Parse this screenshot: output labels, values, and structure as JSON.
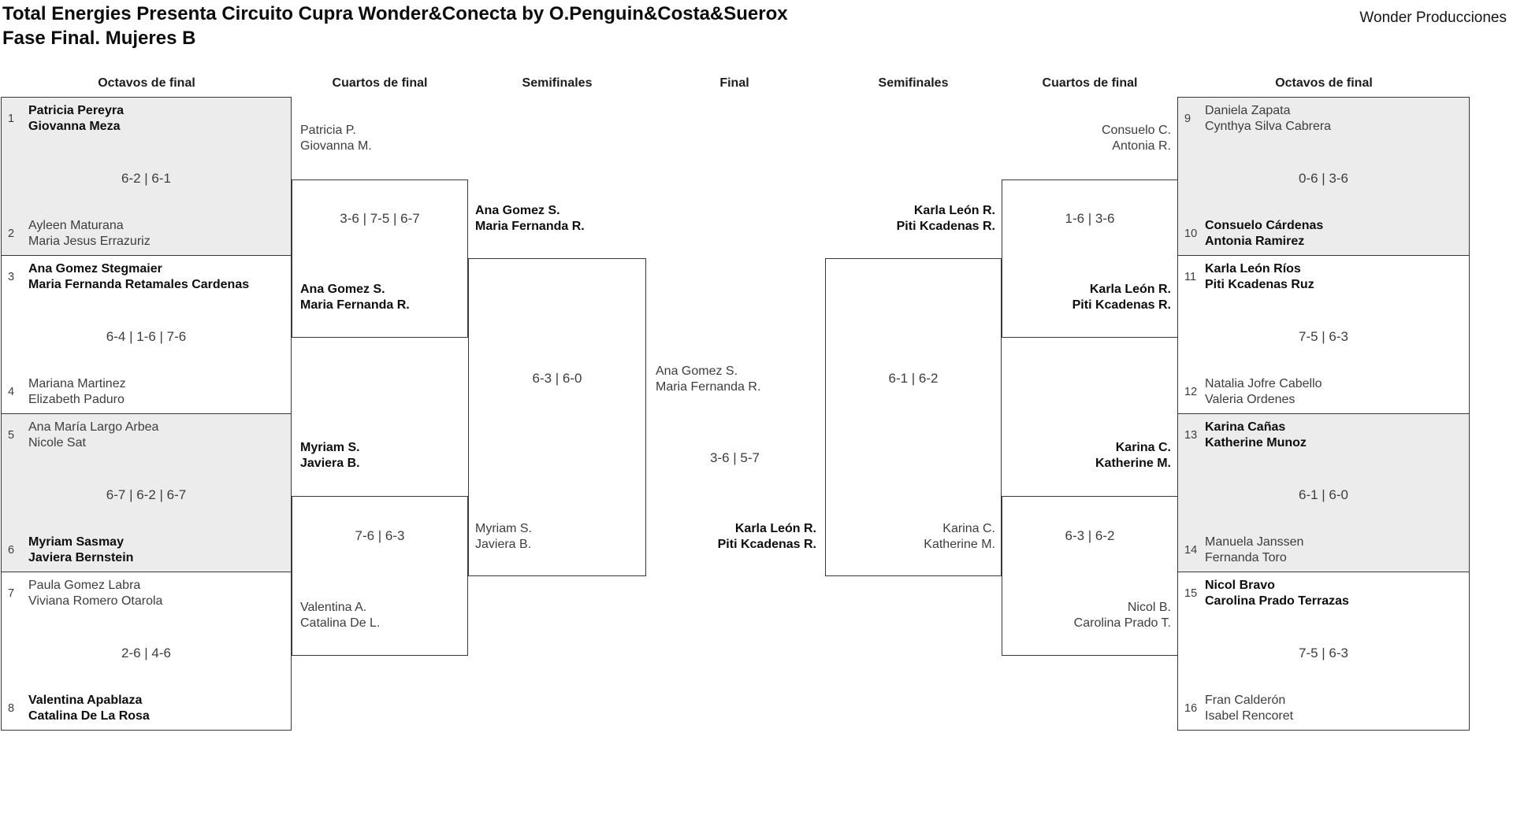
{
  "title": {
    "line1": "Total Energies Presenta Circuito Cupra Wonder&Conecta by O.Penguin&Costa&Suerox",
    "line2": "Fase Final. Mujeres B"
  },
  "organizer": "Wonder Producciones",
  "rounds": {
    "r16": "Octavos de final",
    "qf": "Cuartos de final",
    "sf": "Semifinales",
    "final": "Final"
  },
  "colors": {
    "shaded_box": "#ececec",
    "border": "#383838",
    "text": "#3d3d3d",
    "winner_text": "#0e0e0e"
  },
  "r16_left": [
    {
      "score": "6-2 | 6-1",
      "shaded": true,
      "top": {
        "seed": "1",
        "line1": "Patricia Pereyra",
        "line2": "Giovanna Meza",
        "winner": true
      },
      "bottom": {
        "seed": "2",
        "line1": "Ayleen Maturana",
        "line2": "Maria Jesus Errazuriz",
        "winner": false
      }
    },
    {
      "score": "6-4 | 1-6 | 7-6",
      "shaded": false,
      "top": {
        "seed": "3",
        "line1": "Ana Gomez Stegmaier",
        "line2": "Maria Fernanda Retamales Cardenas",
        "winner": true
      },
      "bottom": {
        "seed": "4",
        "line1": "Mariana Martinez",
        "line2": "Elizabeth Paduro",
        "winner": false
      }
    },
    {
      "score": "6-7 | 6-2 | 6-7",
      "shaded": true,
      "top": {
        "seed": "5",
        "line1": "Ana María Largo Arbea",
        "line2": "Nicole Sat",
        "winner": false
      },
      "bottom": {
        "seed": "6",
        "line1": "Myriam Sasmay",
        "line2": "Javiera Bernstein",
        "winner": true
      }
    },
    {
      "score": "2-6 | 4-6",
      "shaded": false,
      "top": {
        "seed": "7",
        "line1": "Paula Gomez Labra",
        "line2": "Viviana Romero Otarola",
        "winner": false
      },
      "bottom": {
        "seed": "8",
        "line1": "Valentina Apablaza",
        "line2": "Catalina De La Rosa",
        "winner": true
      }
    }
  ],
  "r16_right": [
    {
      "score": "0-6 | 3-6",
      "shaded": true,
      "top": {
        "seed": "9",
        "line1": "Daniela Zapata",
        "line2": "Cynthya Silva Cabrera",
        "winner": false
      },
      "bottom": {
        "seed": "10",
        "line1": "Consuelo Cárdenas",
        "line2": "Antonia Ramirez",
        "winner": true
      }
    },
    {
      "score": "7-5 | 6-3",
      "shaded": false,
      "top": {
        "seed": "11",
        "line1": "Karla León Ríos",
        "line2": "Piti Kcadenas Ruz",
        "winner": true
      },
      "bottom": {
        "seed": "12",
        "line1": "Natalia Jofre Cabello",
        "line2": "Valeria Ordenes",
        "winner": false
      }
    },
    {
      "score": "6-1 | 6-0",
      "shaded": true,
      "top": {
        "seed": "13",
        "line1": "Karina Cañas",
        "line2": "Katherine Munoz",
        "winner": true
      },
      "bottom": {
        "seed": "14",
        "line1": "Manuela Janssen",
        "line2": "Fernanda Toro",
        "winner": false
      }
    },
    {
      "score": "7-5 | 6-3",
      "shaded": false,
      "top": {
        "seed": "15",
        "line1": "Nicol Bravo",
        "line2": "Carolina Prado Terrazas",
        "winner": true
      },
      "bottom": {
        "seed": "16",
        "line1": "Fran Calderón",
        "line2": "Isabel Rencoret",
        "winner": false
      }
    }
  ],
  "qf_left": [
    {
      "score": "3-6 | 7-5 | 6-7",
      "top": {
        "line1": "Patricia P.",
        "line2": "Giovanna M.",
        "winner": false
      },
      "bottom": {
        "line1": "Ana Gomez S.",
        "line2": "Maria Fernanda R.",
        "winner": true
      }
    },
    {
      "score": "7-6 | 6-3",
      "top": {
        "line1": "Myriam S.",
        "line2": "Javiera B.",
        "winner": true
      },
      "bottom": {
        "line1": "Valentina A.",
        "line2": "Catalina De L.",
        "winner": false
      }
    }
  ],
  "qf_right": [
    {
      "score": "1-6 | 3-6",
      "top": {
        "line1": "Consuelo C.",
        "line2": "Antonia R.",
        "winner": false
      },
      "bottom": {
        "line1": "Karla León R.",
        "line2": "Piti Kcadenas R.",
        "winner": true
      }
    },
    {
      "score": "6-3 | 6-2",
      "top": {
        "line1": "Karina C.",
        "line2": "Katherine M.",
        "winner": true
      },
      "bottom": {
        "line1": "Nicol B.",
        "line2": "Carolina Prado T.",
        "winner": false
      }
    }
  ],
  "sf_left": {
    "score": "6-3 | 6-0",
    "top": {
      "line1": "Ana Gomez S.",
      "line2": "Maria Fernanda R.",
      "winner": true
    },
    "bottom": {
      "line1": "Myriam S.",
      "line2": "Javiera B.",
      "winner": false
    }
  },
  "sf_right": {
    "score": "6-1 | 6-2",
    "top": {
      "line1": "Karla León R.",
      "line2": "Piti Kcadenas R.",
      "winner": true
    },
    "bottom": {
      "line1": "Karina C.",
      "line2": "Katherine M.",
      "winner": false
    }
  },
  "final": {
    "score": "3-6 | 5-7",
    "top": {
      "line1": "Ana Gomez S.",
      "line2": "Maria Fernanda R.",
      "winner": false
    },
    "bottom": {
      "line1": "Karla León R.",
      "line2": "Piti Kcadenas R.",
      "winner": true
    }
  }
}
